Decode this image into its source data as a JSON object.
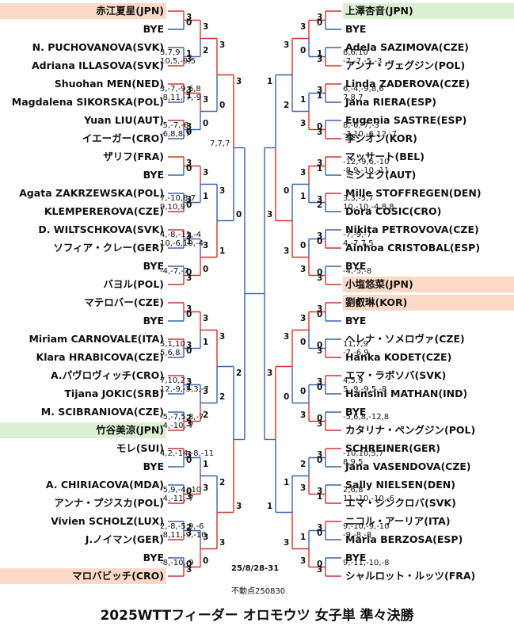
{
  "title": "2025WTTフィーダー オロモウツ 女子単 準々決勝",
  "dates": "25/8/28-31",
  "note": "不動点250830",
  "colors": {
    "win": "#d6322e",
    "lose": "#3a64b0",
    "orange": "#fbd9c6",
    "green": "#dcefd2"
  },
  "left_players": [
    {
      "name": "赤江夏星(JPN)",
      "hl": "orange"
    },
    {
      "name": "BYE",
      "hl": ""
    },
    {
      "name": "N. PUCHOVANOVA(SVK)",
      "hl": ""
    },
    {
      "name": "Adriana ILLASOVA(SVK)",
      "hl": ""
    },
    {
      "name": "Shuohan MEN(NED)",
      "hl": ""
    },
    {
      "name": "Magdalena SIKORSKA(POL)",
      "hl": ""
    },
    {
      "name": "Yuan LIU(AUT)",
      "hl": ""
    },
    {
      "name": "イエーガー(CRO)",
      "hl": ""
    },
    {
      "name": "ザリフ(FRA)",
      "hl": ""
    },
    {
      "name": "BYE",
      "hl": ""
    },
    {
      "name": "Agata ZAKRZEWSKA(POL)",
      "hl": ""
    },
    {
      "name": "KLEMPEREROVA(CZE)",
      "hl": ""
    },
    {
      "name": "D. WILTSCHKOVA(SVK)",
      "hl": ""
    },
    {
      "name": "ソフィア・クレー(GER)",
      "hl": ""
    },
    {
      "name": "BYE",
      "hl": ""
    },
    {
      "name": "バヨル(POL)",
      "hl": ""
    },
    {
      "name": "マテロバー(CZE)",
      "hl": ""
    },
    {
      "name": "BYE",
      "hl": ""
    },
    {
      "name": "Miriam CARNOVALE(ITA)",
      "hl": ""
    },
    {
      "name": "Klara HRABICOVA(CZE)",
      "hl": ""
    },
    {
      "name": "A.パヴロヴィッチ(CRO)",
      "hl": ""
    },
    {
      "name": "Tijana JOKIC(SRB)",
      "hl": ""
    },
    {
      "name": "M. SCIBRANIOVA(CZE)",
      "hl": ""
    },
    {
      "name": "竹谷美涼(JPN)",
      "hl": "green"
    },
    {
      "name": "モレ(SUI)",
      "hl": ""
    },
    {
      "name": "BYE",
      "hl": ""
    },
    {
      "name": "A. CHIRIACOVA(MDA)",
      "hl": ""
    },
    {
      "name": "アンナ・プジスカ(POL)",
      "hl": ""
    },
    {
      "name": "Vivien SCHOLZ(LUX)",
      "hl": ""
    },
    {
      "name": "J.ノイマン(GER)",
      "hl": ""
    },
    {
      "name": "BYE",
      "hl": ""
    },
    {
      "name": "マロバビッチ(CRO)",
      "hl": "orange"
    }
  ],
  "right_players": [
    {
      "name": "上澤杏音(JPN)",
      "hl": "green"
    },
    {
      "name": "BYE",
      "hl": ""
    },
    {
      "name": "Adela SAZIMOVA(CZE)",
      "hl": ""
    },
    {
      "name": "アンナ・ヴェグジン(POL)",
      "hl": ""
    },
    {
      "name": "Linda ZADEROVA(CZE)",
      "hl": ""
    },
    {
      "name": "Jana RIERA(ESP)",
      "hl": ""
    },
    {
      "name": "Eugenia SASTRE(ESP)",
      "hl": ""
    },
    {
      "name": "李シオン(KOR)",
      "hl": ""
    },
    {
      "name": "マッサート(BEL)",
      "hl": ""
    },
    {
      "name": "ミシェク(AUT)",
      "hl": ""
    },
    {
      "name": "Mille STOFFREGEN(DEN)",
      "hl": ""
    },
    {
      "name": "Dora COSIC(CRO)",
      "hl": ""
    },
    {
      "name": "Nikita PETROVOVA(CZE)",
      "hl": ""
    },
    {
      "name": "Ainhoa CRISTOBAL(ESP)",
      "hl": ""
    },
    {
      "name": "BYE",
      "hl": ""
    },
    {
      "name": "小塩悠菜(JPN)",
      "hl": "orange"
    },
    {
      "name": "劉叡琳(KOR)",
      "hl": "orange"
    },
    {
      "name": "BYE",
      "hl": ""
    },
    {
      "name": "ヘレナ・ソメロヴァ(CZE)",
      "hl": ""
    },
    {
      "name": "Hanka KODET(CZE)",
      "hl": ""
    },
    {
      "name": "エマ・ラボソバ(SVK)",
      "hl": ""
    },
    {
      "name": "Hansini MATHAN(IND)",
      "hl": ""
    },
    {
      "name": "BYE",
      "hl": ""
    },
    {
      "name": "カタリナ・ペングジン(POL)",
      "hl": ""
    },
    {
      "name": "SCHREINER(GER)",
      "hl": ""
    },
    {
      "name": "Jana VASENDOVA(CZE)",
      "hl": ""
    },
    {
      "name": "Sally NIELSEN(DEN)",
      "hl": ""
    },
    {
      "name": "エマ・シンクロバ(SVK)",
      "hl": ""
    },
    {
      "name": "ニコル・アーリア(ITA)",
      "hl": ""
    },
    {
      "name": "Maria BERZOSA(ESP)",
      "hl": ""
    },
    {
      "name": "BYE",
      "hl": ""
    },
    {
      "name": "シャルロット・ルッツ(FRA)",
      "hl": ""
    }
  ],
  "left_rounds": [
    [
      {
        "a": 3,
        "b": 0,
        "w": 0,
        "score": ""
      },
      {
        "a": 1,
        "b": 3,
        "w": 1,
        "score": "3,7,9\n10,5,-9,5"
      },
      {
        "a": 3,
        "b": 1,
        "w": 0,
        "score": "3,-7,-9,6,8\n-8,11,-7,-9"
      },
      {
        "a": 3,
        "b": 0,
        "w": 0,
        "score": "-5,-7,-6\n-6,8,8,7"
      },
      {
        "a": 3,
        "b": 0,
        "w": 0,
        "score": ""
      },
      {
        "a": 3,
        "b": 0,
        "w": 1,
        "score": "7,-10,8,7\n9,10,9"
      },
      {
        "a": 3,
        "b": 1,
        "w": 0,
        "score": "4,-8,-11,-4\n10,-6,10,-4"
      },
      {
        "a": 0,
        "b": 3,
        "w": 1,
        "score": "-4,-7,-7"
      },
      {
        "a": 3,
        "b": 0,
        "w": 0,
        "score": ""
      },
      {
        "a": 3,
        "b": 0,
        "w": 0,
        "score": "5,1,10\n5,6,8"
      },
      {
        "a": 3,
        "b": 1,
        "w": 0,
        "score": "7,10,2\n12,-9,-5,3,-7"
      },
      {
        "a": 2,
        "b": 3,
        "w": 1,
        "score": "-5,-7,5,8,-7\n-4,-10,-7"
      },
      {
        "a": 3,
        "b": 0,
        "w": 0,
        "score": "4,2,-14,-8,-11"
      },
      {
        "a": 0,
        "b": 3,
        "w": 1,
        "score": "-5,9,-4,-10\n-4,-11,-7"
      },
      {
        "a": 2,
        "b": 3,
        "w": 1,
        "score": "2,-8,-5,9,-6\n-8,11,-9,-10"
      },
      {
        "a": 0,
        "b": 3,
        "w": 1,
        "score": "-8,-10,-9"
      }
    ],
    [
      {
        "a": 3,
        "b": 2,
        "w": 0,
        "score": ""
      },
      {
        "a": 3,
        "b": 0,
        "w": 0,
        "score": ""
      },
      {
        "a": 3,
        "b": 1,
        "w": 0,
        "score": ""
      },
      {
        "a": 3,
        "b": 0,
        "w": 1,
        "score": ""
      },
      {
        "a": 3,
        "b": 1,
        "w": 0,
        "score": ""
      },
      {
        "a": 3,
        "b": 2,
        "w": 1,
        "score": ""
      },
      {
        "a": 1,
        "b": 3,
        "w": 1,
        "score": ""
      },
      {
        "a": 3,
        "b": 0,
        "w": 1,
        "score": ""
      }
    ],
    [
      {
        "a": 3,
        "b": 0,
        "w": 0,
        "score": ""
      },
      {
        "a": 3,
        "b": 1,
        "w": 1,
        "score": ""
      },
      {
        "a": 3,
        "b": 2,
        "w": 0,
        "score": ""
      },
      {
        "a": 2,
        "b": 3,
        "w": 1,
        "score": ""
      }
    ],
    [
      {
        "a": 3,
        "b": 0,
        "w": 0,
        "score": "7,7,7"
      },
      {
        "a": 2,
        "b": 3,
        "w": 1,
        "score": ""
      }
    ]
  ],
  "right_rounds": [
    [
      {
        "a": 3,
        "b": 0,
        "w": 0,
        "score": ""
      },
      {
        "a": 1,
        "b": 3,
        "w": 1,
        "score": "8,6,10\n-7,-7,-5,-3"
      },
      {
        "a": 3,
        "b": 1,
        "w": 0,
        "score": "6,-4,-9,8,6\n7,8,7"
      },
      {
        "a": 0,
        "b": 3,
        "w": 1,
        "score": "8,-6,-7,-3\n-3,10,-6,12,-7"
      },
      {
        "a": 3,
        "b": 1,
        "w": 0,
        "score": "-12,-9,6,-10\n-8,9,-10,-11"
      },
      {
        "a": 3,
        "b": 2,
        "w": 0,
        "score": "3,3,-5,7\n10,-10,-4,8,8"
      },
      {
        "a": 3,
        "b": 0,
        "w": 1,
        "score": "-7,-9,-7\n4,-7,7,5"
      },
      {
        "a": 0,
        "b": 3,
        "w": 1,
        "score": "-4,-5,-8"
      },
      {
        "a": 3,
        "b": 0,
        "w": 0,
        "score": ""
      },
      {
        "a": 0,
        "b": 3,
        "w": 1,
        "score": "11,7,9\n-7,-6,9"
      },
      {
        "a": 3,
        "b": 0,
        "w": 0,
        "score": "4,5,9\n5,-9,-9,5,-8"
      },
      {
        "a": 0,
        "b": 3,
        "w": 1,
        "score": "-5,6,8,-12,8"
      },
      {
        "a": 3,
        "b": 0,
        "w": 0,
        "score": "-10,10,5,7\n8,9,5"
      },
      {
        "a": 3,
        "b": 1,
        "w": 1,
        "score": "2,6,8\n11,-10,-10,-6"
      },
      {
        "a": 3,
        "b": 0,
        "w": 0,
        "score": "9,-10,-9,-10\n-9,-8,-8"
      },
      {
        "a": 0,
        "b": 3,
        "w": 1,
        "score": "9,-11,-10,-8"
      }
    ],
    [
      {
        "a": 3,
        "b": 0,
        "w": 0,
        "score": ""
      },
      {
        "a": 1,
        "b": 3,
        "w": 1,
        "score": ""
      },
      {
        "a": 3,
        "b": 1,
        "w": 0,
        "score": ""
      },
      {
        "a": 0,
        "b": 3,
        "w": 1,
        "score": ""
      },
      {
        "a": 3,
        "b": 0,
        "w": 0,
        "score": ""
      },
      {
        "a": 0,
        "b": 3,
        "w": 1,
        "score": ""
      },
      {
        "a": 2,
        "b": 3,
        "w": 1,
        "score": ""
      },
      {
        "a": 1,
        "b": 3,
        "w": 1,
        "score": ""
      }
    ],
    [
      {
        "a": 3,
        "b": 2,
        "w": 0,
        "score": ""
      },
      {
        "a": 0,
        "b": 3,
        "w": 1,
        "score": ""
      },
      {
        "a": 3,
        "b": 0,
        "w": 0,
        "score": ""
      },
      {
        "a": 1,
        "b": 3,
        "w": 1,
        "score": ""
      }
    ],
    [
      {
        "a": 1,
        "b": 3,
        "w": 1,
        "score": ""
      },
      {
        "a": 3,
        "b": 1,
        "w": 0,
        "score": ""
      }
    ]
  ]
}
